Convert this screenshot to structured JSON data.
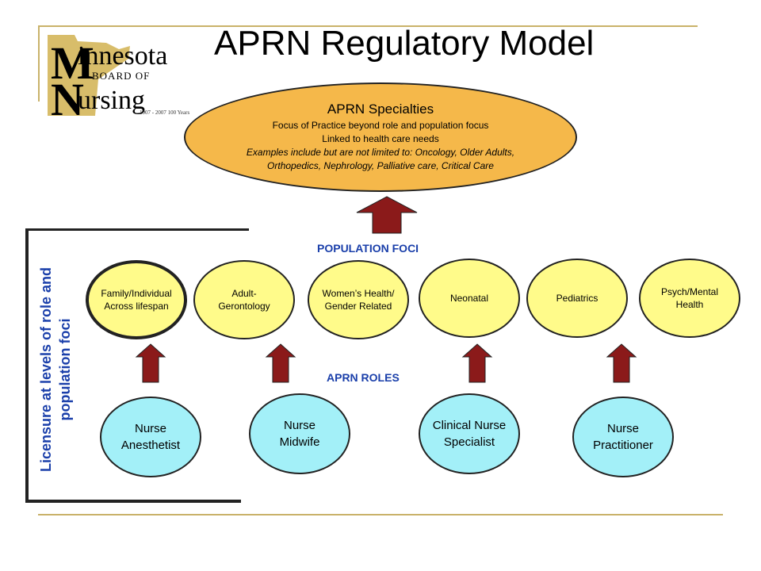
{
  "title": "APRN Regulatory Model",
  "logo": {
    "line1_initial": "M",
    "line1_rest": "innesota",
    "board_of": "BOARD OF",
    "line2_initial": "N",
    "line2_rest": "ursing",
    "years": "1907 - 2007 100 Years"
  },
  "specialties": {
    "heading": "APRN Specialties",
    "line1": "Focus of Practice beyond role and population focus",
    "line2": "Linked to health care needs",
    "line3": "Examples include but are not limited to: Oncology, Older Adults,",
    "line4": "Orthopedics, Nephrology, Palliative care, Critical Care"
  },
  "population_label": "POPULATION FOCI",
  "roles_label": "APRN ROLES",
  "licensure_line1": "Licensure at levels of role and",
  "licensure_line2": "population foci",
  "population": [
    {
      "line1": "Family/Individual",
      "line2": "Across lifespan"
    },
    {
      "line1": "Adult-",
      "line2": "Gerontology"
    },
    {
      "line1": "Women’s Health/",
      "line2": "Gender Related"
    },
    {
      "line1": "Neonatal",
      "line2": ""
    },
    {
      "line1": "Pediatrics",
      "line2": ""
    },
    {
      "line1": "Psych/Mental",
      "line2": "Health"
    }
  ],
  "roles": [
    {
      "line1": "Nurse",
      "line2": "Anesthetist"
    },
    {
      "line1": "Nurse",
      "line2": "Midwife"
    },
    {
      "line1": "Clinical Nurse",
      "line2": "Specialist"
    },
    {
      "line1": "Nurse",
      "line2": "Practitioner"
    }
  ],
  "colors": {
    "specialty_fill": "#f5b84a",
    "population_fill": "#fffb8a",
    "role_fill": "#a3f0f8",
    "arrow_fill": "#8b1a1a",
    "label_blue": "#1a3faa",
    "frame_gold": "#c9b26a"
  }
}
